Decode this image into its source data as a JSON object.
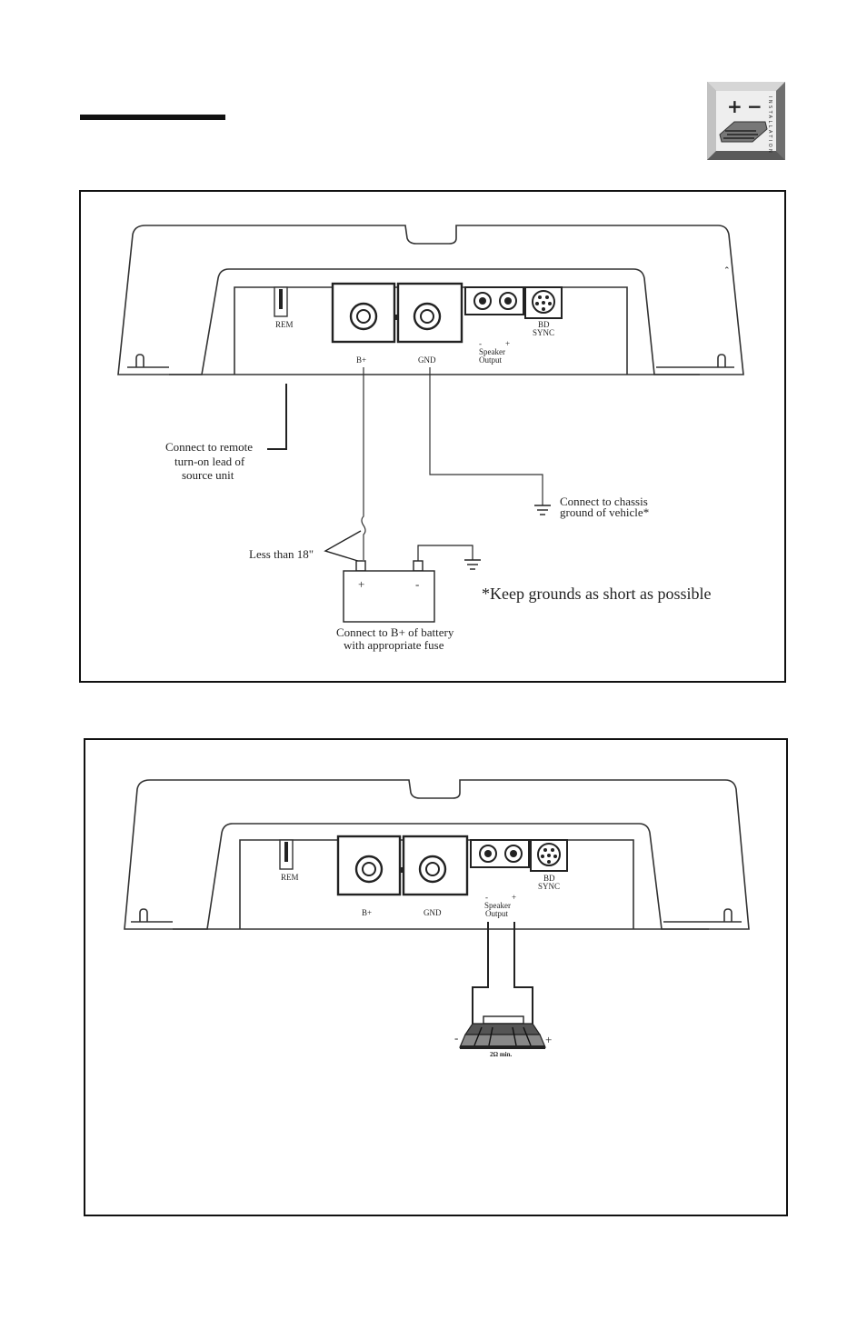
{
  "badge": {
    "plus": "+",
    "minus": "−",
    "vertical_text": "INSTALLATION"
  },
  "diagram1": {
    "terminals": {
      "rem": "REM",
      "bplus": "B+",
      "gnd": "GND",
      "speaker_minus": "-",
      "speaker_plus": "+",
      "speaker_line1": "Speaker",
      "speaker_line2": "Output",
      "bd": "BD",
      "sync": "SYNC"
    },
    "remote_label": [
      "Connect to remote",
      "turn-on lead of",
      "source unit"
    ],
    "chassis_label": [
      "Connect to chassis",
      "ground of vehicle*"
    ],
    "less_than": "Less than 18\"",
    "battery_plus": "+",
    "battery_minus": "-",
    "battery_label": [
      "Connect to B+ of battery",
      "with appropriate fuse"
    ],
    "note": "*Keep grounds as short as possible"
  },
  "diagram2": {
    "terminals": {
      "rem": "REM",
      "bplus": "B+",
      "gnd": "GND",
      "speaker_minus": "-",
      "speaker_plus": "+",
      "speaker_line1": "Speaker",
      "speaker_line2": "Output",
      "bd": "BD",
      "sync": "SYNC"
    },
    "woofer_minus": "-",
    "woofer_plus": "+",
    "impedance": "2Ω min."
  }
}
